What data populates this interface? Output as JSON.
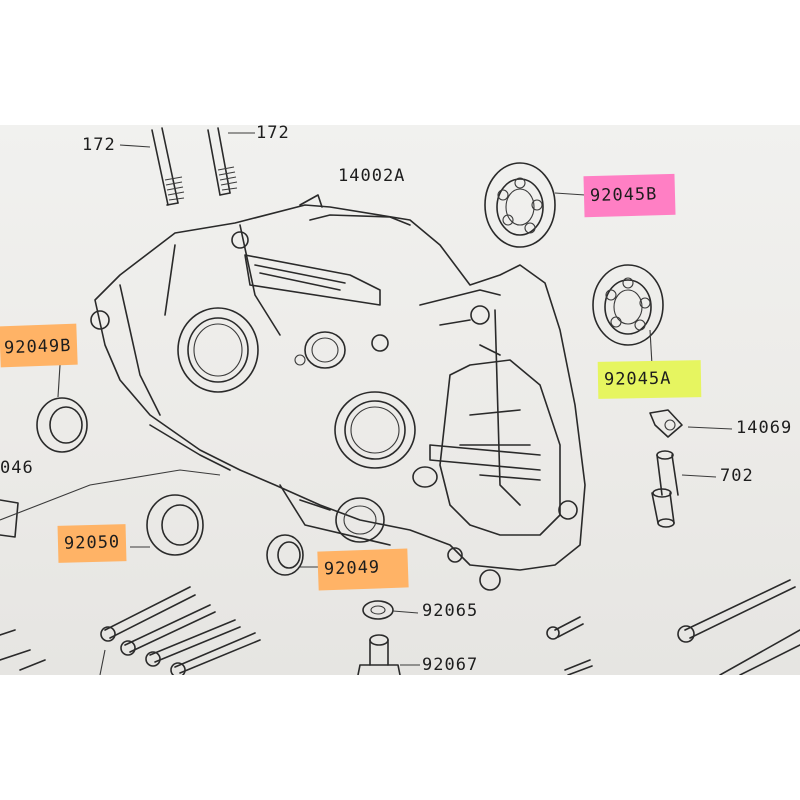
{
  "colors": {
    "highlight_pink": "#ff7fc4",
    "highlight_green": "#e6f560",
    "highlight_orange": "#ffb366",
    "line": "#2a2a2a",
    "paper": "#efeeec"
  },
  "labels": {
    "bolt_left": "172",
    "bolt_right": "172",
    "crankcase": "14002A",
    "bearing_b": "92045B",
    "bearing_a": "92045A",
    "seal_b": "92049B",
    "part_046": "046",
    "seal_92050": "92050",
    "seal_92049": "92049",
    "washer": "92065",
    "plug": "92067",
    "fitting": "14069",
    "pin": "702"
  },
  "highlights": {
    "bearing_b": "pink",
    "bearing_a": "green",
    "seal_b": "orange",
    "seal_92050": "orange",
    "seal_92049": "orange"
  }
}
